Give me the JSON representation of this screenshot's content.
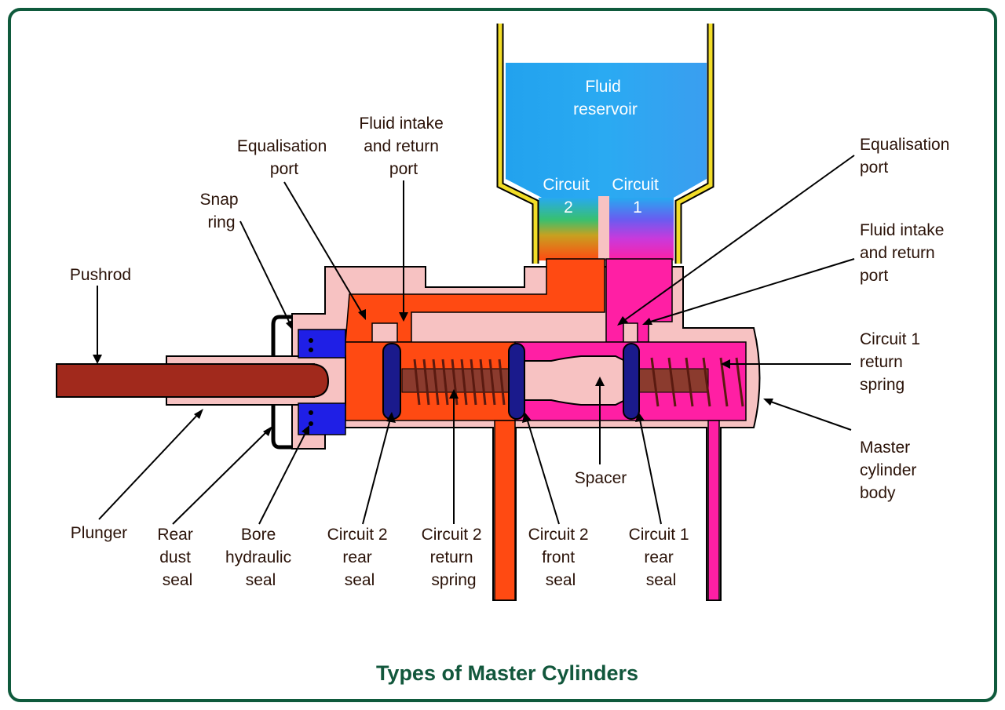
{
  "title": "Types of Master Cylinders",
  "colors": {
    "frame": "#0f5a3c",
    "title": "#12573c",
    "body": "#f7c2c2",
    "circuit1": "#ff1fa4",
    "circuit2": "#ff4a12",
    "reservoir": "#27a9f0",
    "pushrod": "#a1291c",
    "seal": "#1a1a8c",
    "bore_seal": "#1f1fe6",
    "reservoir_wall": "#f2dd28"
  },
  "labels": {
    "reservoir": [
      "Fluid",
      "reservoir"
    ],
    "circuit2": [
      "Circuit",
      "2"
    ],
    "circuit1": [
      "Circuit",
      "1"
    ],
    "pushrod": [
      "Pushrod"
    ],
    "snap_ring": [
      "Snap",
      "ring"
    ],
    "equalisation_port_left": [
      "Equalisation",
      "port"
    ],
    "fluid_intake_left": [
      "Fluid intake",
      "and return",
      "port"
    ],
    "equalisation_port_right": [
      "Equalisation",
      "port"
    ],
    "fluid_intake_right": [
      "Fluid intake",
      "and return",
      "port"
    ],
    "circuit1_return_spring": [
      "Circuit 1",
      "return",
      "spring"
    ],
    "master_cylinder_body": [
      "Master",
      "cylinder",
      "body"
    ],
    "spacer": [
      "Spacer"
    ],
    "plunger": [
      "Plunger"
    ],
    "rear_dust_seal": [
      "Rear",
      "dust",
      "seal"
    ],
    "bore_hydraulic_seal": [
      "Bore",
      "hydraulic",
      "seal"
    ],
    "circuit2_rear_seal": [
      "Circuit 2",
      "rear",
      "seal"
    ],
    "circuit2_return_spring": [
      "Circuit 2",
      "return",
      "spring"
    ],
    "circuit2_front_seal": [
      "Circuit 2",
      "front",
      "seal"
    ],
    "circuit1_rear_seal": [
      "Circuit 1",
      "rear",
      "seal"
    ]
  }
}
